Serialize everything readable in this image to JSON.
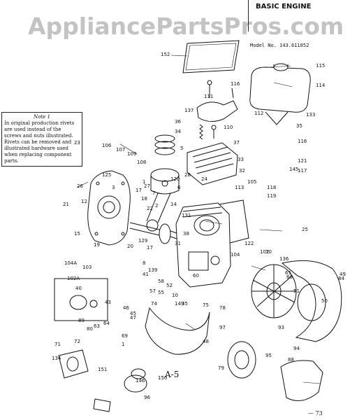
{
  "watermark": "AppliancePartsPros.com",
  "header": {
    "title": "BASIC ENGINE",
    "model": "Model No. 143.611052"
  },
  "note": {
    "heading": "Note 1",
    "text": "In original production rivets are used instead of the screws and nuts illustrated. Rivets can be removed and illustrated hardware used when replacing component parts."
  },
  "page_id": "A-5",
  "sheet_mark": "— 73",
  "callouts": [
    "152",
    "115",
    "114",
    "116",
    "111",
    "112",
    "133",
    "110",
    "35",
    "36",
    "34",
    "137",
    "37",
    "5",
    "116",
    "106",
    "107",
    "109",
    "108",
    "1",
    "3",
    "33",
    "32",
    "125",
    "22",
    "18",
    "17",
    "27",
    "7",
    "6",
    "2",
    "14",
    "105",
    "118",
    "119",
    "120",
    "113",
    "121",
    "117",
    "28",
    "24",
    "25",
    "145",
    "23",
    "26",
    "21",
    "12",
    "15",
    "19",
    "20",
    "17",
    "129",
    "38",
    "131",
    "31",
    "122",
    "102",
    "104",
    "104A",
    "103",
    "102A",
    "40",
    "43",
    "8",
    "41",
    "60",
    "139",
    "58",
    "52",
    "10",
    "57",
    "55",
    "149",
    "35",
    "75",
    "74",
    "70",
    "136",
    "65",
    "66",
    "51",
    "50",
    "49",
    "48",
    "84",
    "46",
    "45",
    "47",
    "89",
    "80",
    "63",
    "64",
    "69",
    "1",
    "71",
    "72",
    "78",
    "97",
    "93",
    "94",
    "95",
    "88",
    "134",
    "151",
    "150",
    "146",
    "96",
    "79"
  ]
}
